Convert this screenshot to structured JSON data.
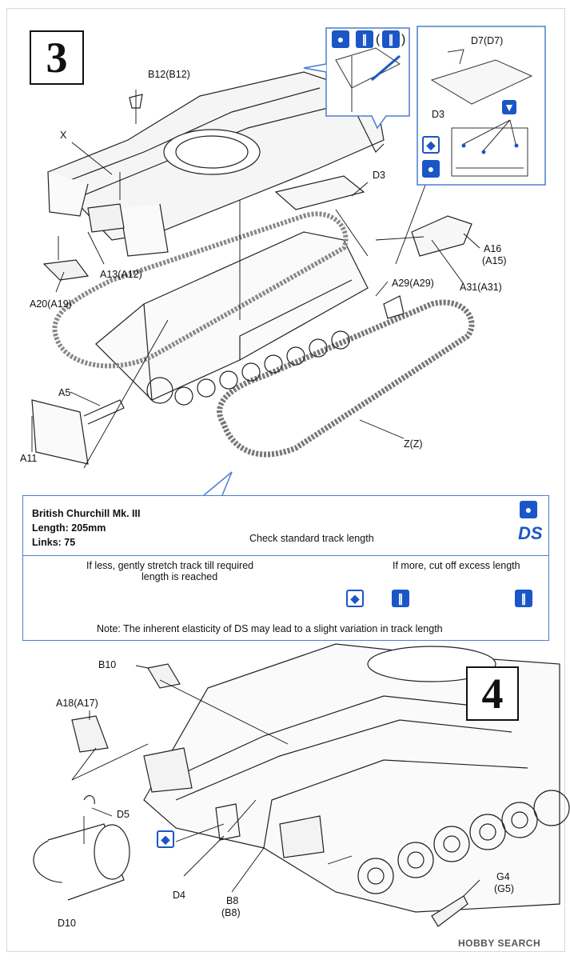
{
  "step3": {
    "number": "3",
    "parts": {
      "b12": "B12(B12)",
      "x": "X",
      "a13": "A13(A12)",
      "a20": "A20(A19)",
      "d3": "D3",
      "d7": "D7(D7)",
      "d3_inset": "D3",
      "a16": "A16",
      "a15": "(A15)",
      "a29": "A29(A29)",
      "a31": "A31(A31)",
      "a5": "A5",
      "a11": "A11",
      "z": "Z(Z)"
    }
  },
  "track_note": {
    "model": "British Churchill Mk. III",
    "length": "Length: 205mm",
    "links": "Links: 75",
    "check": "Check standard track length",
    "ds_logo": "DS",
    "if_less_1": "If less, gently stretch track till required",
    "if_less_2": "length is reached",
    "if_more": "If more, cut off excess length",
    "note": "Note: The inherent elasticity of DS may lead to a slight variation in track length"
  },
  "step4": {
    "number": "4",
    "parts": {
      "b10": "B10",
      "a18": "A18(A17)",
      "d5": "D5",
      "d4": "D4",
      "d10": "D10",
      "b8": "B8",
      "b8b": "(B8)",
      "g4": "G4",
      "g5": "(G5)"
    }
  },
  "watermark": "HOBBY SEARCH",
  "icons": [
    "glue-icon",
    "cement-icon",
    "plastic-cement-icon",
    "remove-icon",
    "drill-icon"
  ],
  "colors": {
    "accent": "#1b56c6",
    "line": "#111111",
    "note_border": "#4a7fd0"
  }
}
